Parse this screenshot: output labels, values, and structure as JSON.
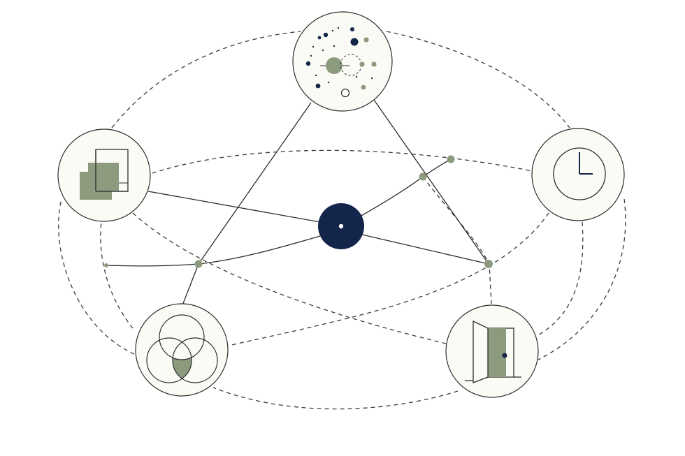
{
  "colors": {
    "background": "#ffffff",
    "node_fill": "#fbfbf6",
    "node_stroke": "#2b2b2b",
    "accent_green": "#8c9a7e",
    "accent_navy": "#13254a",
    "line": "#2b2b2b",
    "dashed_line": "#3a3a3a"
  },
  "diagram": {
    "center_node": {
      "icon": "navy-disc-icon"
    },
    "nodes": [
      {
        "id": "top",
        "icon": "constellation-dots-icon"
      },
      {
        "id": "left",
        "icon": "overlapping-documents-icon"
      },
      {
        "id": "right",
        "icon": "clock-icon"
      },
      {
        "id": "bottom-left",
        "icon": "venn-diagram-icon"
      },
      {
        "id": "bottom-right",
        "icon": "open-door-icon"
      }
    ],
    "junctions": [
      "junction-left",
      "junction-right-upper",
      "junction-right-lower",
      "junction-right-end",
      "junction-left-end"
    ]
  }
}
